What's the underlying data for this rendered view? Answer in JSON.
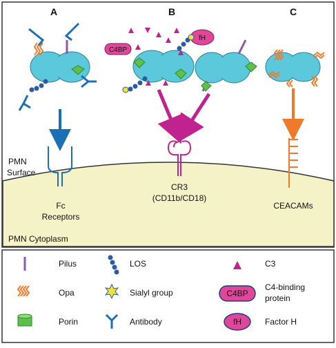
{
  "panels": {
    "a": "A",
    "b": "B",
    "c": "C"
  },
  "labels": {
    "pmn_surface_line1": "PMN",
    "pmn_surface_line2": "Surface",
    "fc_line1": "Fc",
    "fc_line2": "Receptors",
    "cr3_line1": "CR3",
    "cr3_line2": "(CD11b/CD18)",
    "ceacams": "CEACAMs",
    "pmn_cytoplasm": "PMN Cytoplasm",
    "c4bp_badge": "C4BP",
    "fh_badge": "fH"
  },
  "legend": {
    "pilus": "Pilus",
    "los": "LOS",
    "c3": "C3",
    "opa": "Opa",
    "sialyl": "Sialyl group",
    "c4bp_badge": "C4BP",
    "c4bp_line1": "C4-binding",
    "c4bp_line2": "protein",
    "porin": "Porin",
    "antibody": "Antibody",
    "fh_badge": "fH",
    "factor_h": "Factor H"
  },
  "colors": {
    "bacterium": "#5bc8dc",
    "cytoplasm": "#f6f2c8",
    "antibody": "#1a6fb5",
    "complement": "#c0238f",
    "opa": "#f07a2a",
    "pilus": "#8a5aa8",
    "porin": "#5cc04a",
    "los": "#2d5ba0",
    "sialyl": "#f2e23a",
    "badge": "#e0479a"
  }
}
